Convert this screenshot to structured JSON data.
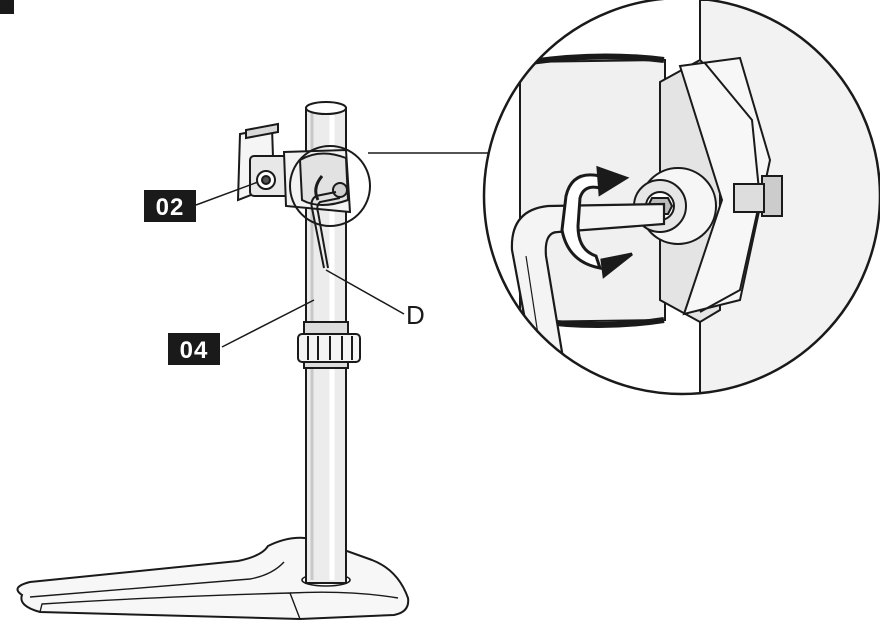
{
  "labels": {
    "part_02": "02",
    "part_04": "04",
    "tool_d": "D"
  },
  "colors": {
    "line": "#1a1a1a",
    "fill_light": "#f2f2f2",
    "fill_mid": "#d9d9d9",
    "badge_bg": "#1a1a1a",
    "badge_text": "#ffffff"
  }
}
